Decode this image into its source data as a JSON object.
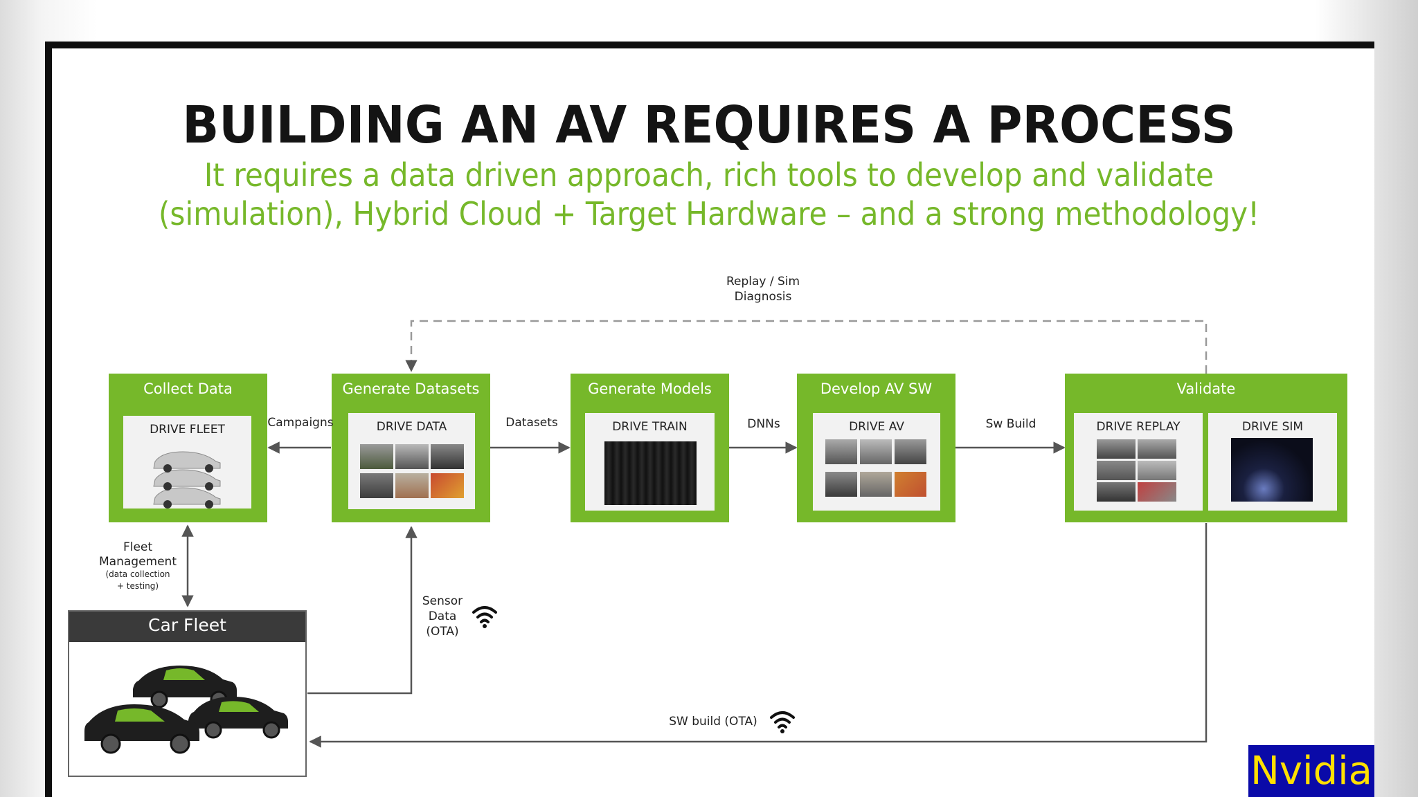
{
  "slide": {
    "title": "BUILDING AN AV REQUIRES A PROCESS",
    "subtitle_line1": "It requires a data driven approach, rich tools to develop and validate",
    "subtitle_line2": "(simulation), Hybrid Cloud + Target Hardware – and a strong methodology!"
  },
  "colors": {
    "accent_green": "#76b82a",
    "title_black": "#141414",
    "badge_blue": "#0a0aa8",
    "badge_yellow": "#ffe000"
  },
  "stages": [
    {
      "title": "Collect Data",
      "panel": "DRIVE FLEET"
    },
    {
      "title": "Generate Datasets",
      "panel": "DRIVE DATA"
    },
    {
      "title": "Generate Models",
      "panel": "DRIVE TRAIN"
    },
    {
      "title": "Develop AV SW",
      "panel": "DRIVE AV"
    },
    {
      "title": "Validate",
      "panels": [
        "DRIVE REPLAY",
        "DRIVE SIM"
      ]
    }
  ],
  "edges": {
    "campaigns": "Campaigns",
    "datasets": "Datasets",
    "dnns": "DNNs",
    "sw_build": "Sw Build",
    "replay_sim_line1": "Replay / Sim",
    "replay_sim_line2": "Diagnosis",
    "fleet_mgmt_line1": "Fleet",
    "fleet_mgmt_line2": "Management",
    "fleet_mgmt_line3": "(data collection",
    "fleet_mgmt_line4": "+ testing)",
    "sensor_line1": "Sensor",
    "sensor_line2": "Data",
    "sensor_line3": "(OTA)",
    "sw_build_ota": "SW build (OTA)"
  },
  "car_fleet": {
    "title": "Car Fleet"
  },
  "icons": {
    "wifi_sensor": "wifi-icon",
    "wifi_sw": "wifi-icon",
    "cars": "car-icon"
  },
  "badge": {
    "text": "Nvidia"
  }
}
